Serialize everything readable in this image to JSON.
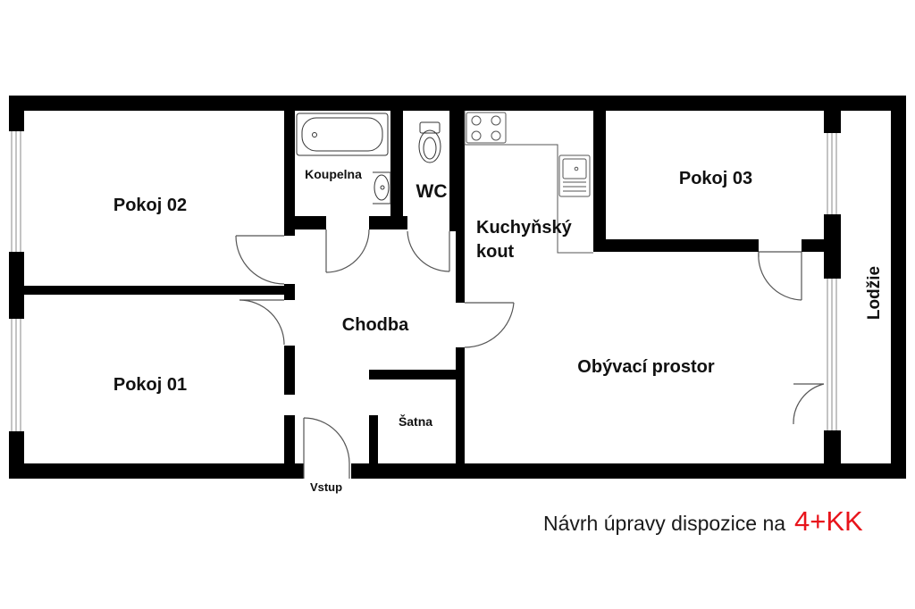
{
  "plan": {
    "rooms": {
      "pokoj02": "Pokoj 02",
      "pokoj01": "Pokoj 01",
      "koupelna": "Koupelna",
      "wc": "WC",
      "kuchyne_line1": "Kuchyňský",
      "kuchyne_line2": "kout",
      "pokoj03": "Pokoj 03",
      "chodba": "Chodba",
      "satna": "Šatna",
      "obyvaci": "Obývací prostor",
      "lodzie": "Lodžie",
      "vstup": "Vstup"
    }
  },
  "caption": {
    "text": "Návrh úpravy dispozice na",
    "type": "4+KK"
  },
  "colors": {
    "wall": "#000000",
    "thin_line": "#888888",
    "accent": "#e8141b"
  }
}
